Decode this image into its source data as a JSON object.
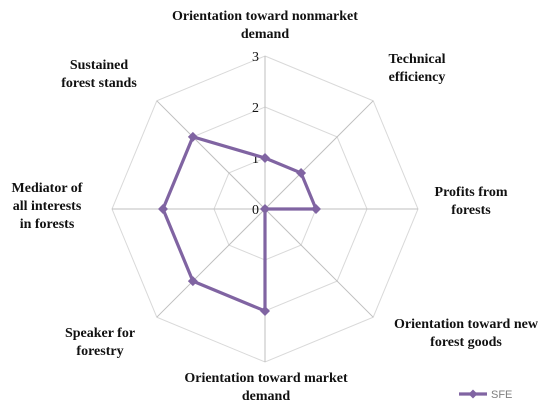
{
  "chart_data": {
    "type": "radar",
    "title": "",
    "axes": [
      {
        "label_lines": [
          "Orientation toward nonmarket",
          "demand"
        ]
      },
      {
        "label_lines": [
          "Technical",
          "efficiency"
        ]
      },
      {
        "label_lines": [
          "Profits from",
          "forests"
        ]
      },
      {
        "label_lines": [
          "Orientation toward new",
          "forest goods"
        ]
      },
      {
        "label_lines": [
          "Orientation toward market",
          "demand"
        ]
      },
      {
        "label_lines": [
          "Speaker for",
          "forestry"
        ]
      },
      {
        "label_lines": [
          "Mediator of",
          "all interests",
          "in forests"
        ]
      },
      {
        "label_lines": [
          "Sustained",
          "forest stands"
        ]
      }
    ],
    "range": [
      0,
      3
    ],
    "ticks": [
      "0",
      "1",
      "2",
      "3"
    ],
    "grid": true,
    "legend_position": "bottom-right",
    "series": [
      {
        "name": "SFE",
        "color": "#8064a2",
        "values": [
          1,
          1,
          1,
          0,
          2,
          2,
          2,
          2
        ]
      }
    ]
  }
}
